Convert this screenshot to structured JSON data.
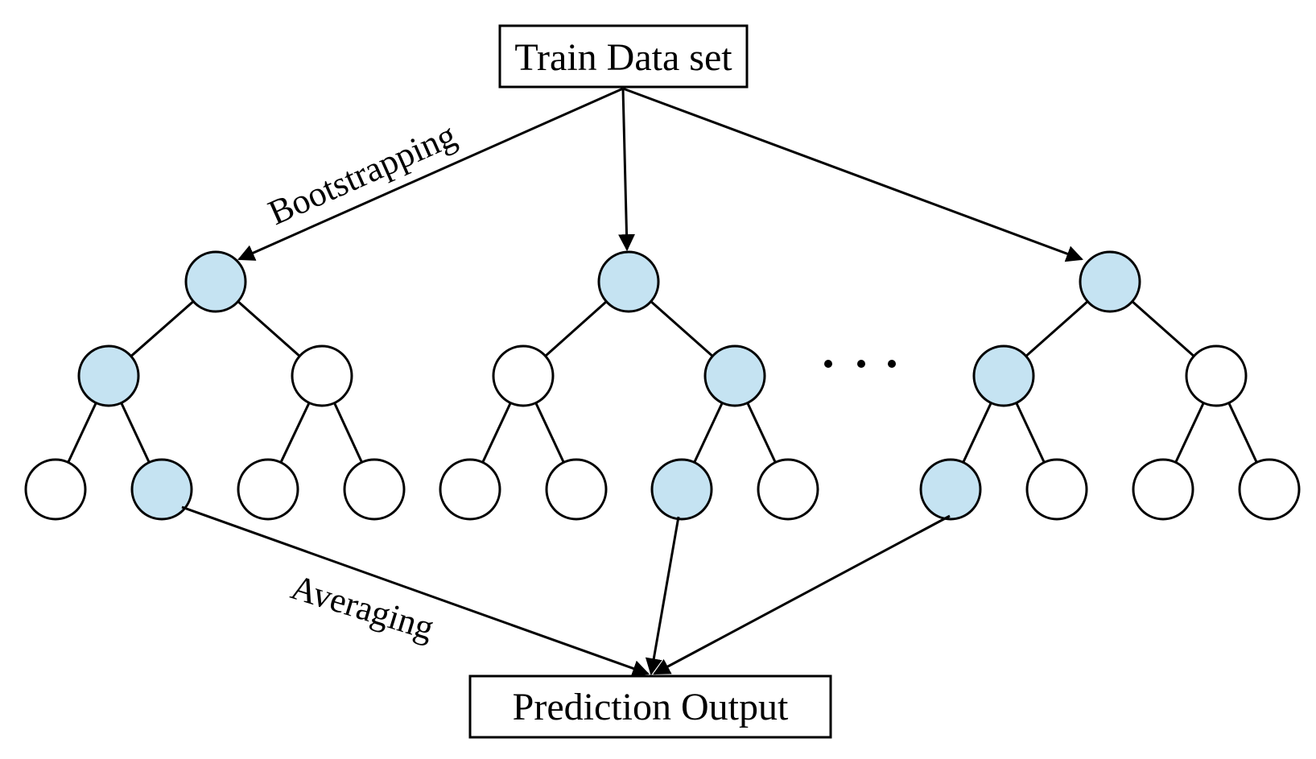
{
  "boxes": {
    "top": {
      "label": "Train Data set"
    },
    "bottom": {
      "label": "Prediction Output"
    }
  },
  "edge_labels": {
    "bootstrapping": "Bootstrapping",
    "averaging": "Averaging"
  },
  "colors": {
    "highlight_fill": "#c5e3f2",
    "plain_fill": "#ffffff",
    "stroke": "#000000"
  },
  "trees": [
    {
      "name": "tree-1",
      "highlighted": [
        "root",
        "L",
        "LR"
      ]
    },
    {
      "name": "tree-2",
      "highlighted": [
        "root",
        "R",
        "RL"
      ]
    },
    {
      "name": "tree-3",
      "highlighted": [
        "root",
        "L",
        "LL"
      ]
    }
  ],
  "ellipsis": "..."
}
